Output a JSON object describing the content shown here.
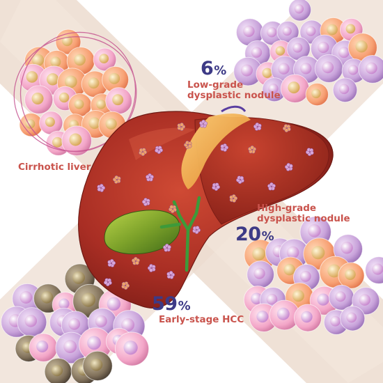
{
  "stages": {
    "cirrhotic": {
      "label": "Cirrhotic liver"
    },
    "low_grade": {
      "percent_value": "6",
      "percent_symbol": "%",
      "label_line1": "Low-grade",
      "label_line2": "dysplastic nodule"
    },
    "high_grade": {
      "percent_value": "20",
      "percent_symbol": "%",
      "label_line1": "High-grade",
      "label_line2": "dysplastic nodule"
    },
    "early_hcc": {
      "percent_value": "59",
      "percent_symbol": "%",
      "label": "Early-stage HCC"
    }
  },
  "colors": {
    "percent_text": "#3d3a86",
    "label_text": "#c9534c",
    "liver": "#b0352a",
    "gallbladder": "#7fa52c",
    "bile_duct": "#3d9a3a",
    "cirrhotic_cells": "#f6a27a",
    "nodule_cells": "#c9a2d8",
    "hcc_cells": "#7d6a52"
  },
  "icons": [
    "liver-illustration",
    "gallbladder-icon",
    "cell-cluster"
  ]
}
